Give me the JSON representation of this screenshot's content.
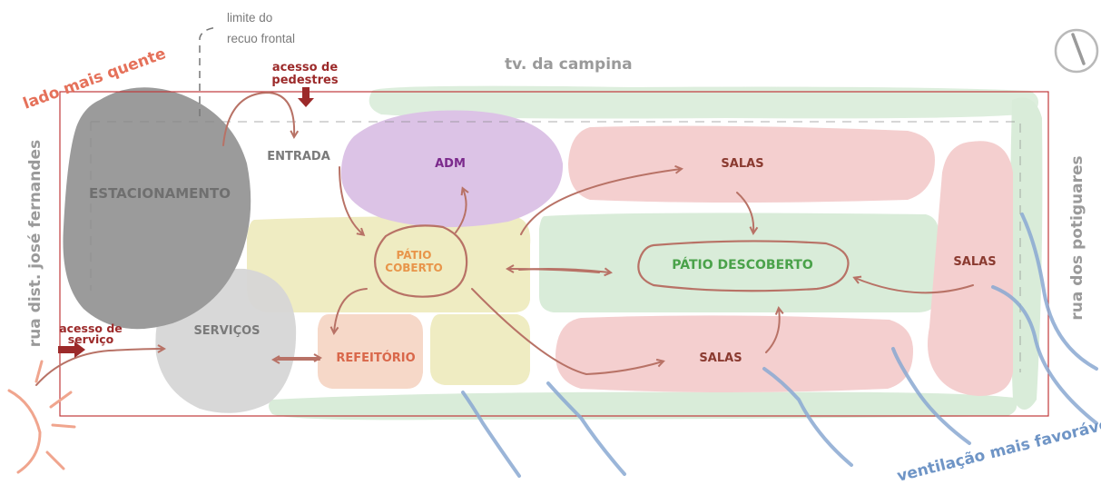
{
  "annotations": {
    "recuo_line1": "limite do",
    "recuo_line2": "recuo frontal",
    "hot_side": "lado mais quente",
    "street_top": "tv. da campina",
    "street_left": "rua dist. josé fernandes",
    "street_right": "rua dos potiguares",
    "pedestrian_line1": "acesso de",
    "pedestrian_line2": "pedestres",
    "service_line1": "acesso de",
    "service_line2": "serviço",
    "ventilation": "ventilação mais favorável"
  },
  "zones": {
    "estacionamento": "ESTACIONAMENTO",
    "entrada": "ENTRADA",
    "adm": "ADM",
    "salas_top": "SALAS",
    "patio_coberto_line1": "PÁTIO",
    "patio_coberto_line2": "COBERTO",
    "patio_descoberto": "PÁTIO DESCOBERTO",
    "salas_right": "SALAS",
    "servicos": "SERVIÇOS",
    "refeitorio": "REFEITÓRIO",
    "salas_bottom": "SALAS"
  },
  "colors": {
    "site_border": "#c0393b",
    "parking": "#9b9b9b",
    "services": "#d6d6d6",
    "adm": "#dcc3e6",
    "adm_text": "#7b2a8c",
    "salas": "#f4cfcf",
    "salas_text": "#8a3a30",
    "green": "#d9ecd9",
    "green_text": "#4aa24a",
    "yellow": "#efecc2",
    "patio_coberto_text": "#e8954a",
    "refeitorio": "#f6d8c8",
    "refeitorio_text": "#d9674a",
    "arrow": "#b87266",
    "ventilation": "#8aa9d2",
    "ventilation_text": "#6f95c6",
    "hot": "#f0a58e",
    "hot_text": "#e5715a",
    "dark_red": "#9c2a2a"
  }
}
